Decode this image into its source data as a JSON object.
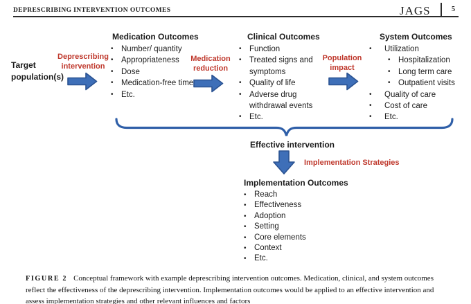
{
  "header": {
    "running_head": "DEPRESCRIBING INTERVENTION OUTCOMES",
    "journal_name": "JAGS",
    "page_number": "5"
  },
  "diagram": {
    "target_population": "Target population(s)",
    "stage_arrows": [
      {
        "label": "Deprescribing intervention"
      },
      {
        "label": "Medication reduction"
      },
      {
        "label": "Population impact"
      }
    ],
    "outcome_columns": [
      {
        "title": "Medication Outcomes",
        "items": [
          "Number/ quantity",
          "Appropriateness",
          "Dose",
          "Medication-free time",
          "Etc."
        ]
      },
      {
        "title": "Clinical Outcomes",
        "items": [
          "Function",
          "Treated signs and symptoms",
          "Quality of life",
          "Adverse drug withdrawal events",
          "Etc."
        ]
      },
      {
        "title": "System Outcomes",
        "items": [
          "Utilization",
          {
            "text": "Hospitalization",
            "sub": true
          },
          {
            "text": "Long term care",
            "sub": true
          },
          {
            "text": "Outpatient visits",
            "sub": true
          },
          "Quality of care",
          "Cost of care",
          "Etc."
        ]
      }
    ],
    "effective_intervention_label": "Effective intervention",
    "implementation_strategies_label": "Implementation Strategies",
    "implementation_outcomes": {
      "title": "Implementation Outcomes",
      "items": [
        "Reach",
        "Effectiveness",
        "Adoption",
        "Setting",
        "Core elements",
        "Context",
        "Etc."
      ]
    }
  },
  "caption": {
    "label": "FIGURE 2",
    "text": "Conceptual framework with example deprescribing intervention outcomes. Medication, clinical, and system outcomes reflect the effectiveness of the deprescribing intervention. Implementation outcomes would be applied to an effective intervention and assess implementation strategies and other relevant influences and factors"
  },
  "colors": {
    "arrow-blue": "#3e6fb8",
    "arrow-border": "#2a5291",
    "brace-blue": "#2f5fa8",
    "label-red": "#bf382c",
    "text-dark": "#1b1b1b"
  }
}
